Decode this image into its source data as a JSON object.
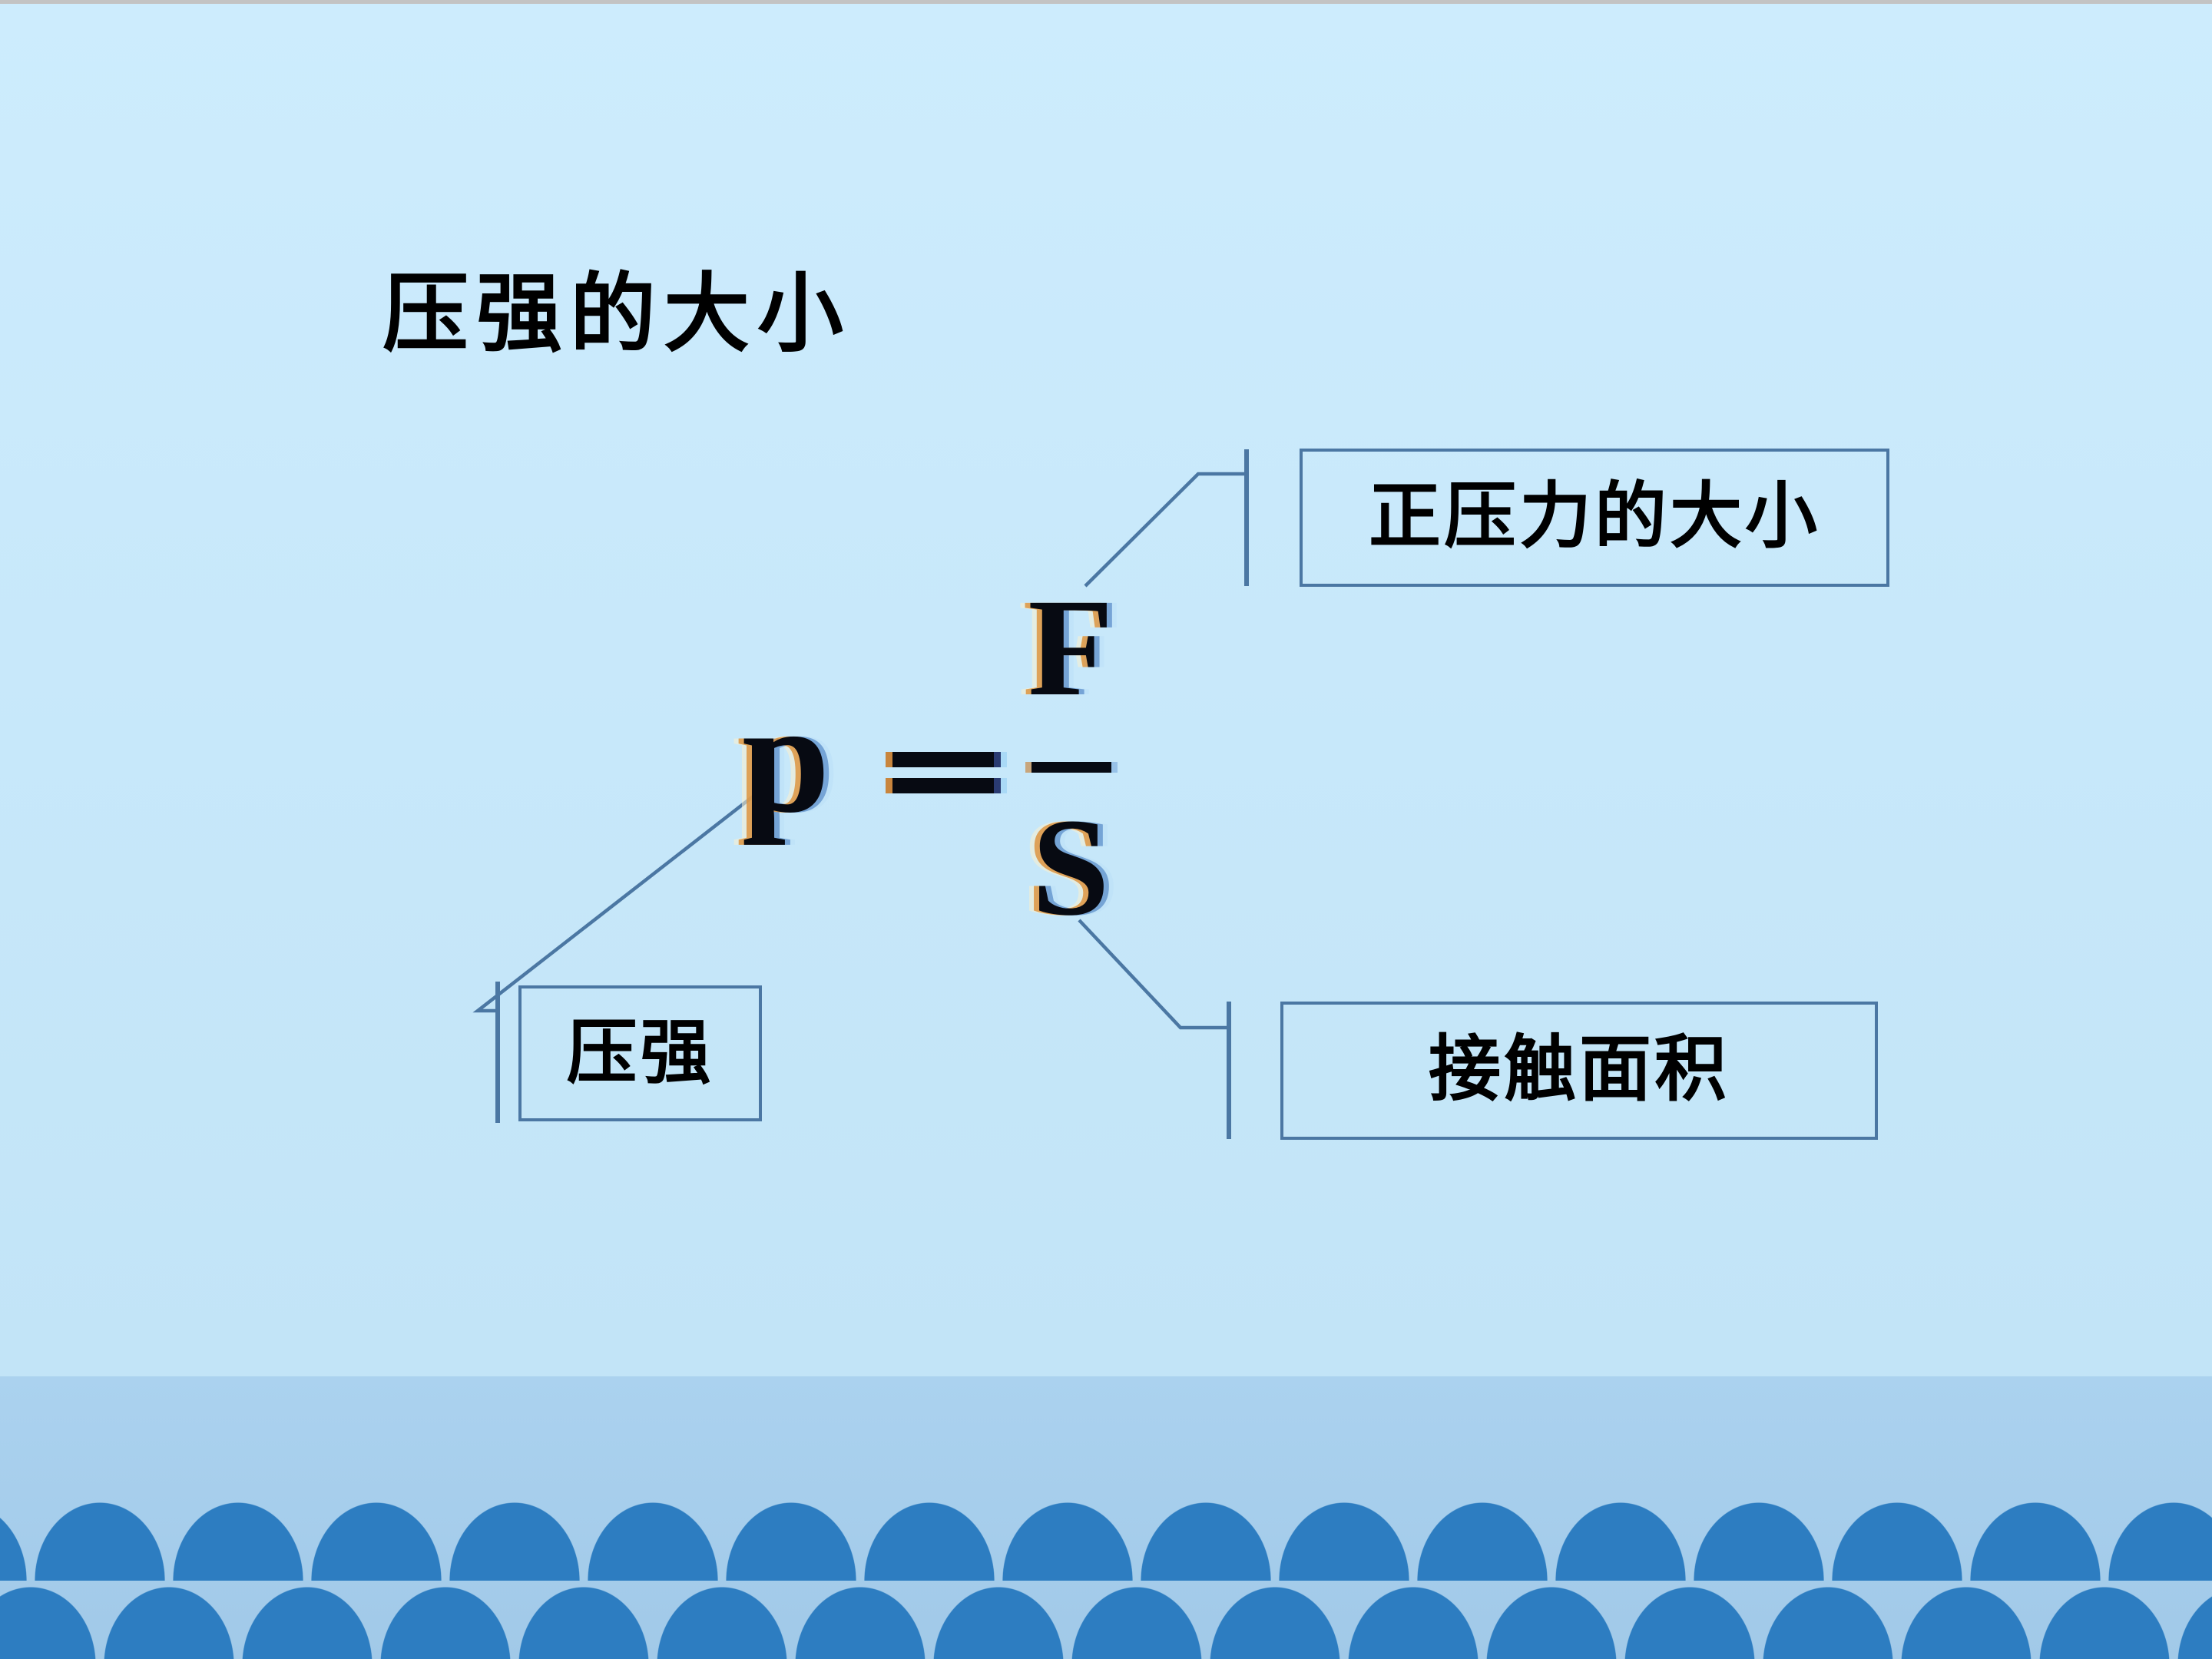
{
  "slide": {
    "title": "压强的大小",
    "formula": {
      "lhs": "p",
      "equals": "=",
      "numerator": "F",
      "denominator": "S"
    },
    "callouts": {
      "pressure": {
        "label": "压强"
      },
      "force": {
        "label": "正压力的大小"
      },
      "area": {
        "label": "接触面积"
      }
    },
    "colors": {
      "bg_top": "#cdecfd",
      "bg_bottom": "#c2e4f7",
      "top_strip": "#c3c3c3",
      "band_top": "#abd2ef",
      "band_bottom": "#a1c9e8",
      "wave": "#2d7dc1",
      "line": "#4b77a3",
      "ink": "#000000",
      "formula_ink": "#070a12"
    }
  }
}
